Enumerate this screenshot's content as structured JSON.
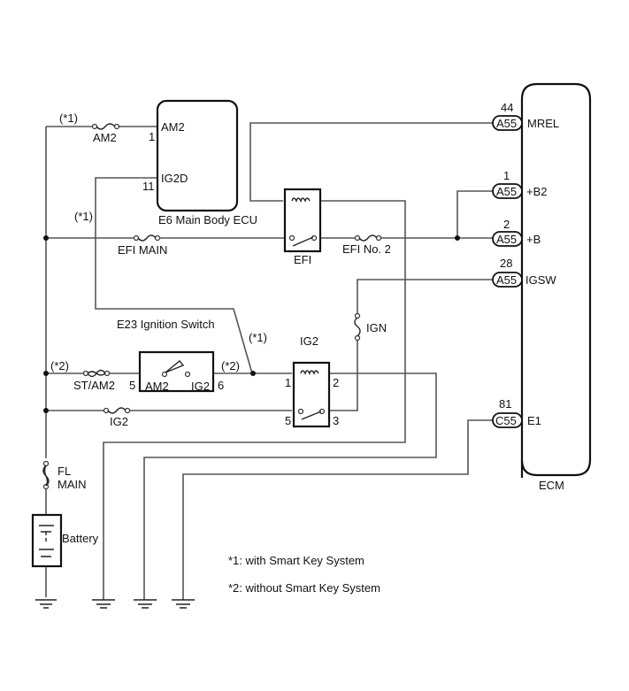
{
  "components": {
    "main_body_ecu": {
      "label": "E6 Main Body ECU",
      "pins": [
        {
          "num": "1",
          "name": "AM2"
        },
        {
          "num": "11",
          "name": "IG2D"
        }
      ]
    },
    "ecm": {
      "label": "ECM",
      "pins": [
        {
          "connector": "A55",
          "num": "44",
          "name": "MREL"
        },
        {
          "connector": "A55",
          "num": "1",
          "name": "+B2"
        },
        {
          "connector": "A55",
          "num": "2",
          "name": "+B"
        },
        {
          "connector": "A55",
          "num": "28",
          "name": "IGSW"
        },
        {
          "connector": "C55",
          "num": "81",
          "name": "E1"
        }
      ]
    },
    "ignition_switch": {
      "label": "E23 Ignition Switch",
      "pin_left_num": "5",
      "pin_left_name": "AM2",
      "pin_right_num": "6",
      "pin_right_name": "IG2"
    },
    "efi_relay": {
      "label": "EFI"
    },
    "ig2_relay": {
      "label": "IG2",
      "pins": [
        "1",
        "2",
        "5",
        "3"
      ]
    },
    "battery": {
      "label": "Battery"
    }
  },
  "fuses": {
    "am2": "AM2",
    "efi_main": "EFI MAIN",
    "efi_no2": "EFI No. 2",
    "st_am2": "ST/AM2",
    "ig2": "IG2",
    "ign": "IGN",
    "fl_main_1": "FL",
    "fl_main_2": "MAIN"
  },
  "notes": {
    "n1_tag": "(*1)",
    "n2_tag": "(*2)",
    "legend_1": "*1: with Smart Key System",
    "legend_2": "*2: without Smart Key System"
  }
}
